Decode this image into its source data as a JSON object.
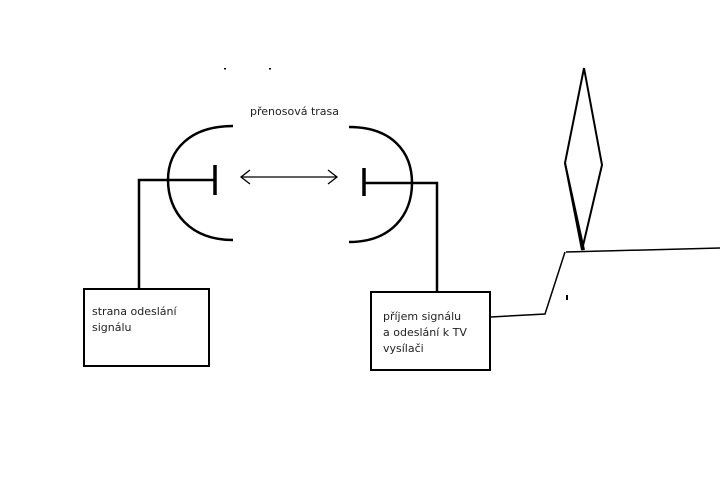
{
  "diagram": {
    "trace_label": "přenosová trasa",
    "sender_box": {
      "line1": "strana odeslání",
      "line2": "signálu"
    },
    "receiver_box": {
      "line1": "příjem signálu",
      "line2": "a odeslání k TV",
      "line3": "vysílači"
    }
  },
  "colors": {
    "stroke": "#000000",
    "text": "#222222",
    "background": "#ffffff"
  }
}
